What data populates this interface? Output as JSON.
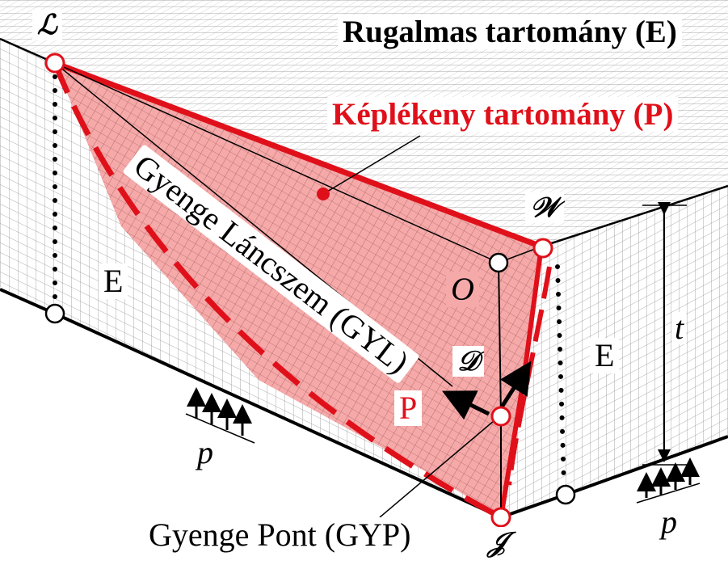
{
  "labels": {
    "elastic_region": "Rugalmas tartomány (E)",
    "plastic_region": "Képlékeny tartomány (P)",
    "weak_chain": "Gyenge Láncszem (GYL)",
    "weak_point": "Gyenge Pont (GYP)",
    "region_E_left": "E",
    "region_E_right": "E",
    "region_P": "P",
    "thickness": "t",
    "pressure_left": "p",
    "pressure_right": "p",
    "point_L": "ℒ",
    "point_W": "𝒲",
    "point_O": "O",
    "point_D": "𝒟",
    "point_J": "𝒥"
  },
  "colors": {
    "plastic_red": "#e0101a",
    "plastic_fill": "#f5a9a9",
    "mesh_gray": "#7a7a7a",
    "outline": "#000000"
  }
}
